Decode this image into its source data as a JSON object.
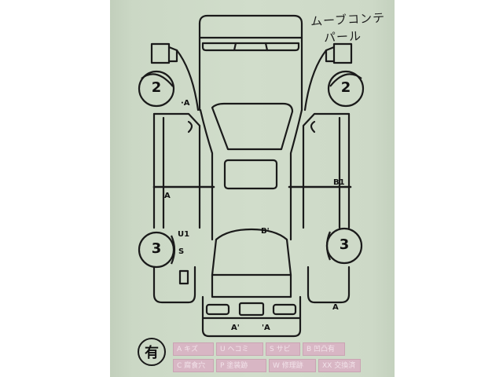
{
  "document": {
    "type": "vehicle-condition-diagram",
    "paper_color": "#cdd9c7",
    "ink_color": "#1a1a1a"
  },
  "handwritten_note": {
    "model": "ムーブコンテ",
    "color": "パール"
  },
  "tires": [
    {
      "position": "front-left",
      "label": "2"
    },
    {
      "position": "front-right",
      "label": "2"
    },
    {
      "position": "rear-left",
      "label": "3"
    },
    {
      "position": "rear-right",
      "label": "3"
    }
  ],
  "damage_marks": [
    {
      "position": "front-left-fender",
      "label": "·A"
    },
    {
      "position": "left-door",
      "label": "A"
    },
    {
      "position": "right-door",
      "label": "B1"
    },
    {
      "position": "rear-left-quarter-upper",
      "label": "U1"
    },
    {
      "position": "rear-left-quarter-lower",
      "label": "S"
    },
    {
      "position": "roof-rear",
      "label": "B'"
    },
    {
      "position": "rear-bumper-left",
      "label": "A'"
    },
    {
      "position": "rear-bumper-right",
      "label": "'A"
    },
    {
      "position": "rear-right-corner",
      "label": "A"
    }
  ],
  "badge": {
    "label": "有"
  },
  "legend": {
    "rows": [
      [
        {
          "label": "A キズ"
        },
        {
          "label": "U ヘコミ"
        },
        {
          "label": "S サビ"
        },
        {
          "label": "B 凹凸有"
        }
      ],
      [
        {
          "label": "C 腐食穴"
        },
        {
          "label": "P 塗装跡"
        },
        {
          "label": "W 修理跡"
        },
        {
          "label": "XX 交換済"
        }
      ]
    ]
  }
}
